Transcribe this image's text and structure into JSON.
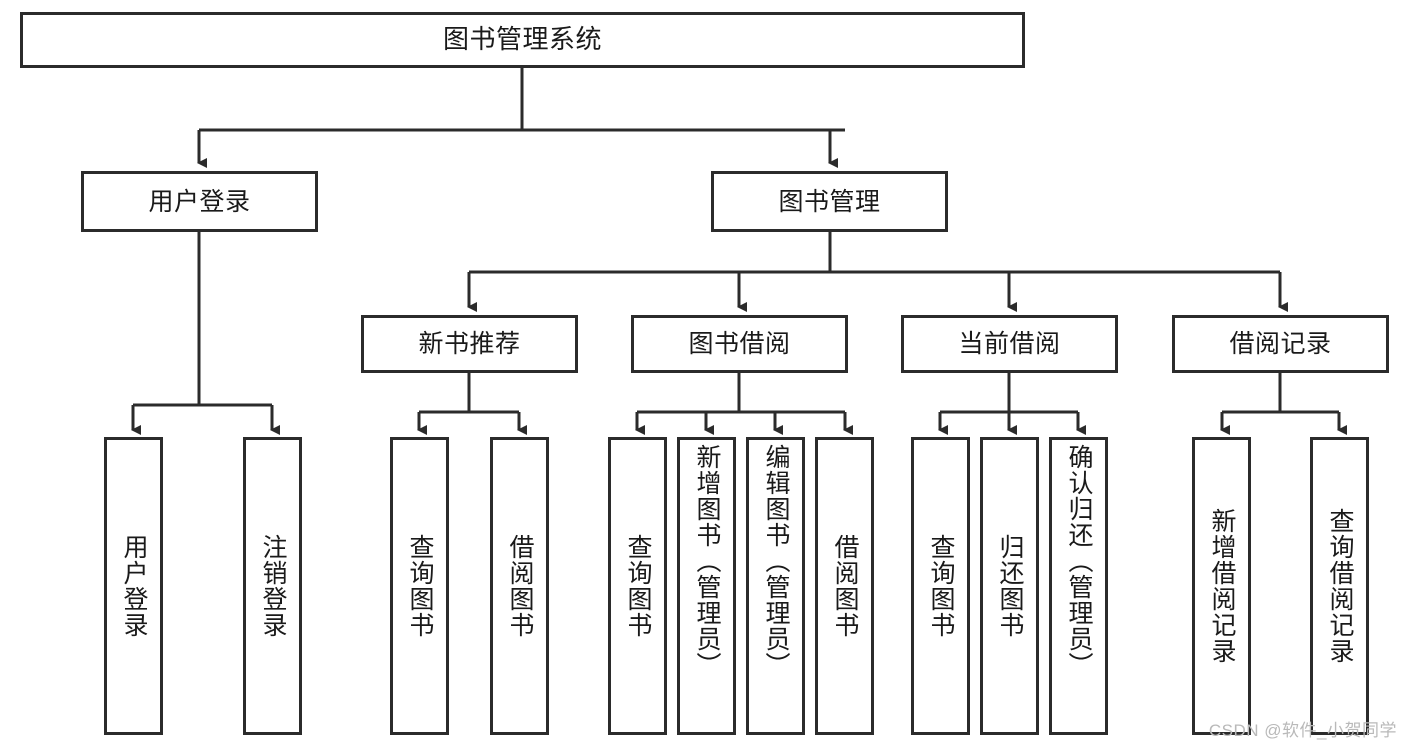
{
  "diagram": {
    "title": "图书管理系统",
    "style": {
      "box_border_color": "#2b2b2b",
      "box_fill_color": "#ffffff",
      "line_color": "#2b2b2b",
      "text_color": "#1a1a1a",
      "background": "#ffffff"
    },
    "nodes": {
      "root": {
        "label": "图书管理系统"
      },
      "level2": [
        {
          "id": "user-login",
          "label": "用户登录"
        },
        {
          "id": "book-management",
          "label": "图书管理"
        }
      ],
      "level3": [
        {
          "id": "new-book-recommend",
          "label": "新书推荐"
        },
        {
          "id": "book-borrow",
          "label": "图书借阅"
        },
        {
          "id": "current-borrow",
          "label": "当前借阅"
        },
        {
          "id": "borrow-record",
          "label": "借阅记录"
        }
      ],
      "leaves": [
        {
          "id": "leaf-user-login",
          "label": "用户登录",
          "parent": "user-login"
        },
        {
          "id": "leaf-logout",
          "label": "注销登录",
          "parent": "user-login"
        },
        {
          "id": "leaf-query-book-1",
          "label": "查询图书",
          "parent": "new-book-recommend"
        },
        {
          "id": "leaf-borrow-book-1",
          "label": "借阅图书",
          "parent": "new-book-recommend"
        },
        {
          "id": "leaf-query-book-2",
          "label": "查询图书",
          "parent": "book-borrow"
        },
        {
          "id": "leaf-add-book",
          "label": "新增图书（管理员）",
          "parent": "book-borrow"
        },
        {
          "id": "leaf-edit-book",
          "label": "编辑图书（管理员）",
          "parent": "book-borrow"
        },
        {
          "id": "leaf-borrow-book-2",
          "label": "借阅图书",
          "parent": "book-borrow"
        },
        {
          "id": "leaf-query-book-3",
          "label": "查询图书",
          "parent": "current-borrow"
        },
        {
          "id": "leaf-return-book",
          "label": "归还图书",
          "parent": "current-borrow"
        },
        {
          "id": "leaf-confirm-return",
          "label": "确认归还（管理员）",
          "parent": "current-borrow"
        },
        {
          "id": "leaf-add-record",
          "label": "新增借阅记录",
          "parent": "borrow-record"
        },
        {
          "id": "leaf-query-record",
          "label": "查询借阅记录",
          "parent": "borrow-record"
        }
      ]
    }
  },
  "watermark": {
    "text": "CSDN @软件_小贺同学"
  }
}
